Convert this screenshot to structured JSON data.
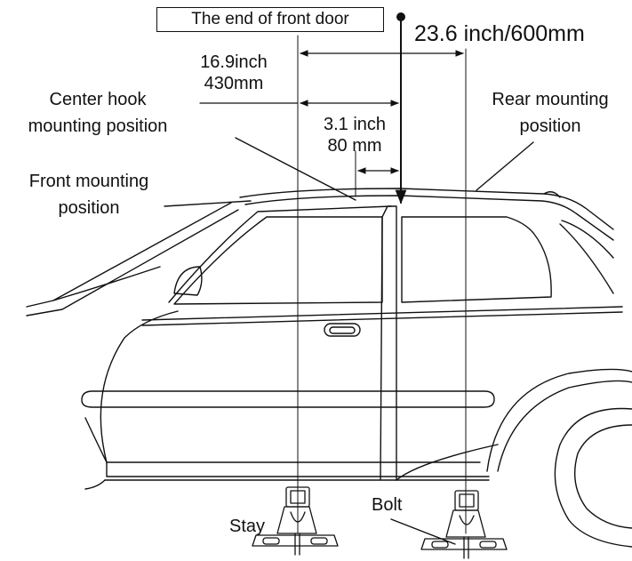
{
  "labels": {
    "end_of_front_door": "The end of front door",
    "total_distance": "23.6 inch/600mm",
    "distance_front": {
      "inch": "16.9inch",
      "mm": "430mm"
    },
    "distance_center": {
      "inch": "3.1 inch",
      "mm": "80 mm"
    },
    "center_hook": {
      "line1": "Center hook",
      "line2": "mounting position"
    },
    "rear_mounting": {
      "line1": "Rear mounting",
      "line2": "position"
    },
    "front_mounting": {
      "line1": "Front mounting",
      "line2": "position"
    },
    "stay": "Stay",
    "bolt": "Bolt"
  },
  "colors": {
    "line": "#111111",
    "background": "#ffffff"
  }
}
